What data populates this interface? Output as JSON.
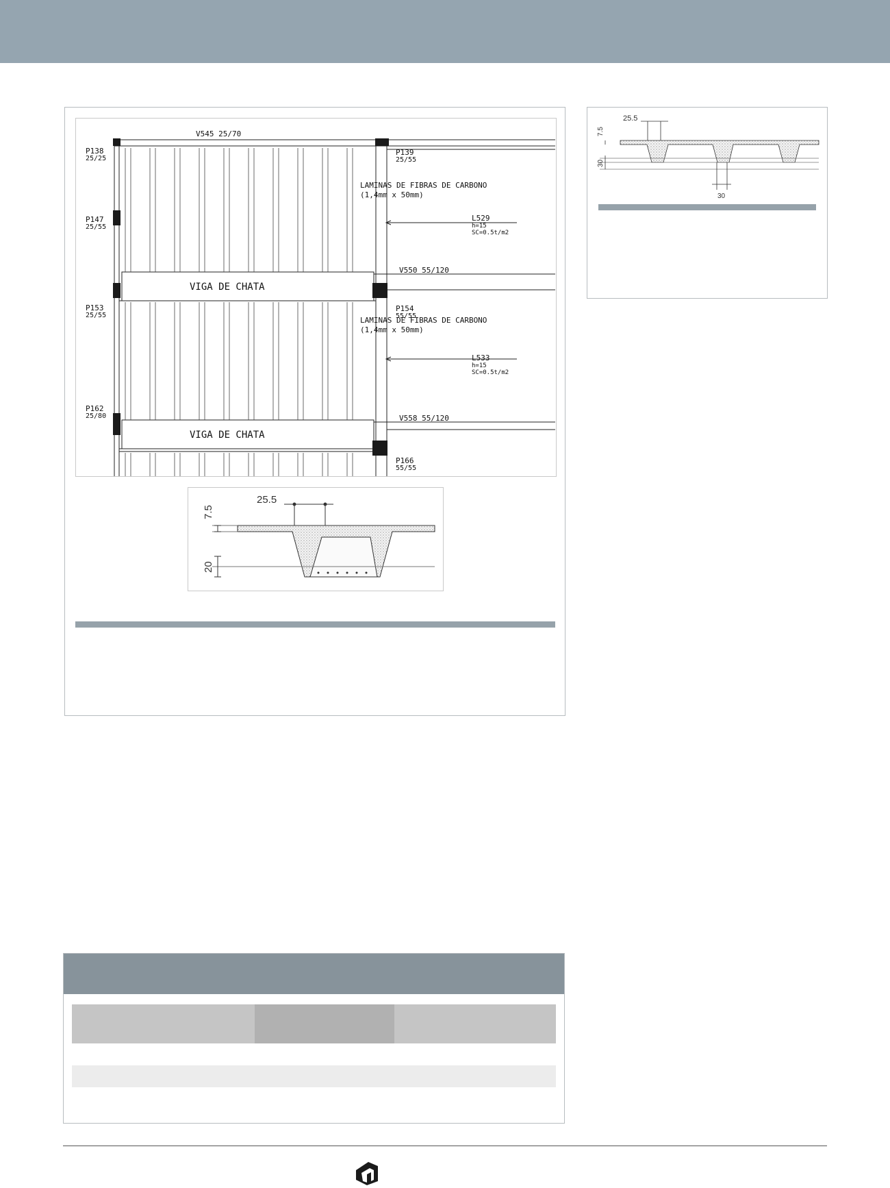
{
  "plan": {
    "beams": {
      "v545": "V545  25/70",
      "v550": "V550  55/120",
      "v558": "V558  55/120"
    },
    "columns": {
      "p138": {
        "id": "P138",
        "size": "25/25"
      },
      "p139": {
        "id": "P139",
        "size": "25/55"
      },
      "p147": {
        "id": "P147",
        "size": "25/55"
      },
      "p153": {
        "id": "P153",
        "size": "25/55"
      },
      "p154": {
        "id": "P154",
        "size": "55/55"
      },
      "p162": {
        "id": "P162",
        "size": "25/80"
      },
      "p166": {
        "id": "P166",
        "size": "55/55"
      }
    },
    "viga_label": "VIGA DE CHATA",
    "laminas_line1": "LAMINAS DE FIBRAS DE CARBONO",
    "laminas_line2": "(1,4mm  x  50mm)",
    "slabs": {
      "l529": {
        "id": "L529",
        "h": "h=15",
        "sc": "SC=0.5t/m2"
      },
      "l533": {
        "id": "L533",
        "h": "h=15",
        "sc": "SC=0.5t/m2"
      }
    }
  },
  "section_large": {
    "dim_width": "25.5",
    "dim_flange": "7.5",
    "dim_depth": "20"
  },
  "section_small": {
    "dim_width": "25.5",
    "dim_flange": "7.5",
    "dim_depth": "30",
    "dim_bottom": "30"
  }
}
